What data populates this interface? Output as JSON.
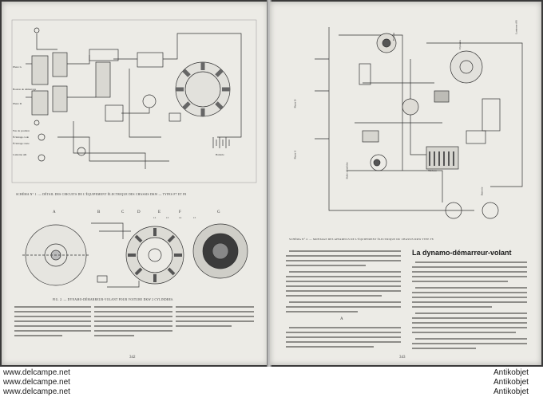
{
  "left_page": {
    "figure1_caption": "Schéma N° 1. — DÉTAIL DES CIRCUITS DE L'ÉQUIPEMENT ÉLECTRIQUE DES CHASSIS DKW — TYPES F7 ET F8",
    "figure1_labels": [
      "Bouton de démarrage",
      "Phare G",
      "Phare D",
      "Batterie",
      "Feu de position",
      "Éclairage code",
      "Éclairage route",
      "Lanterne AR"
    ],
    "figure2_caption": "FIG. 2. — DYNAMO-DÉMARREUR-VOLANT POUR VOITURE DKW 2 CYLINDRES.",
    "figure2_letters": [
      "A",
      "B",
      "C",
      "D",
      "E",
      "F",
      "G"
    ],
    "figure2_numbers": [
      "12",
      "13",
      "14",
      "15"
    ],
    "page_number": "342"
  },
  "right_page": {
    "figure3_caption": "Schéma N° 2. — MONTAGE DES APPAREILS DE L'ÉQUIPEMENT ÉLECTRIQUE DU CHASSIS DKW TYPE F8",
    "figure3_labels": [
      "Phare D",
      "Phare G",
      "Batterie",
      "Dynamo",
      "Lanterne AR",
      "Boîte à fusibles",
      "Klaxon",
      "Tableau"
    ],
    "section_heading": "La dynamo-démarreur-volant",
    "section_marker": "A",
    "page_number": "343"
  },
  "footer": {
    "left_url": "www.delcampe.net",
    "right_brand": "Antikobjet"
  }
}
